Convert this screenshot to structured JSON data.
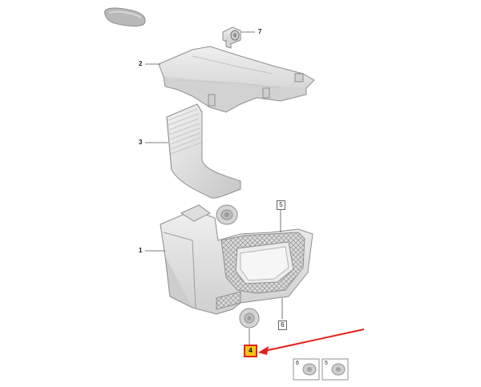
{
  "callouts": {
    "part_1": "1",
    "part_2": "2",
    "part_3": "3",
    "part_4": "4",
    "part_5": "5",
    "part_6": "6",
    "part_7": "7"
  },
  "legend": {
    "item_a_label": "6",
    "item_b_label": "5"
  },
  "colors": {
    "highlight_fill": "#f5c518",
    "highlight_border": "#e32219",
    "arrow": "#e32219",
    "part_fill": "#e6e6e6",
    "part_stroke": "#9a9a9a"
  }
}
